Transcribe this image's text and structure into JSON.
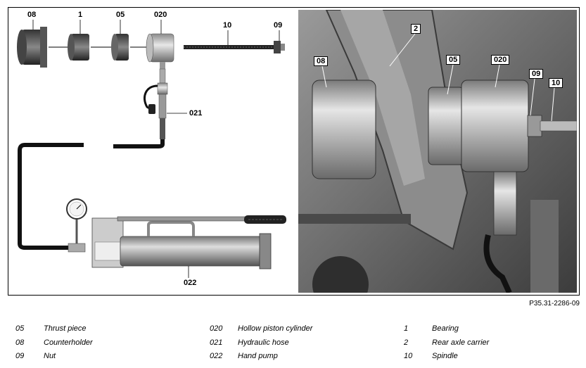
{
  "left_labels": {
    "c08": "08",
    "c1": "1",
    "c05": "05",
    "c020": "020",
    "c10": "10",
    "c09": "09",
    "c021": "021",
    "c022": "022"
  },
  "right_labels": {
    "c2": "2",
    "c08": "08",
    "c05": "05",
    "c020": "020",
    "c09": "09",
    "c10": "10"
  },
  "reference": "P35.31-2286-09",
  "legend": [
    {
      "num": "05",
      "text": "Thrust piece"
    },
    {
      "num": "08",
      "text": "Counterholder"
    },
    {
      "num": "09",
      "text": "Nut"
    },
    {
      "num": "020",
      "text": "Hollow piston cylinder"
    },
    {
      "num": "021",
      "text": "Hydraulic hose"
    },
    {
      "num": "022",
      "text": "Hand pump"
    },
    {
      "num": "1",
      "text": "Bearing"
    },
    {
      "num": "2",
      "text": "Rear axle carrier"
    },
    {
      "num": "10",
      "text": "Spindle"
    }
  ]
}
